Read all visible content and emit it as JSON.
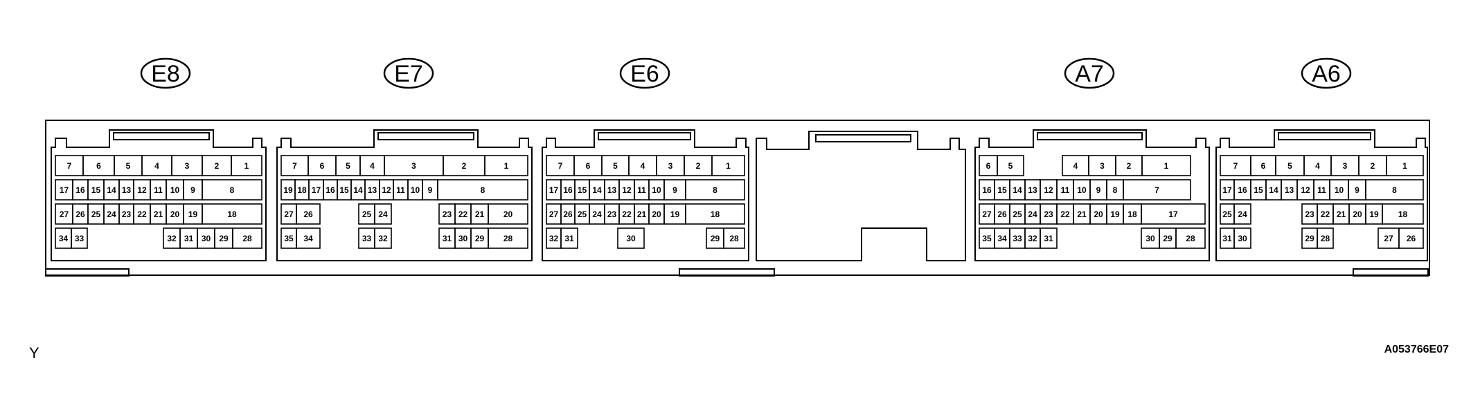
{
  "diagram": {
    "corner_label": "Y",
    "figure_code": "A053766E07",
    "connectors": [
      {
        "label": "E8",
        "rows": [
          [
            "7",
            "6",
            "5",
            "4",
            "3",
            "2",
            "1"
          ],
          [
            "17",
            "16",
            "15",
            "14",
            "13",
            "12",
            "11",
            "10",
            "9",
            "8"
          ],
          [
            "27",
            "26",
            "25",
            "24",
            "23",
            "22",
            "21",
            "20",
            "19",
            "18"
          ],
          [
            "34",
            "33",
            "32",
            "31",
            "30",
            "29",
            "28"
          ]
        ]
      },
      {
        "label": "E7",
        "rows": [
          [
            "7",
            "6",
            "5",
            "4",
            "3",
            "2",
            "1"
          ],
          [
            "19",
            "18",
            "17",
            "16",
            "15",
            "14",
            "13",
            "12",
            "11",
            "10",
            "9",
            "8"
          ],
          [
            "27",
            "26",
            "25",
            "24",
            "23",
            "22",
            "21",
            "20"
          ],
          [
            "35",
            "34",
            "33",
            "32",
            "31",
            "30",
            "29",
            "28"
          ]
        ]
      },
      {
        "label": "E6",
        "rows": [
          [
            "7",
            "6",
            "5",
            "4",
            "3",
            "2",
            "1"
          ],
          [
            "17",
            "16",
            "15",
            "14",
            "13",
            "12",
            "11",
            "10",
            "9",
            "8"
          ],
          [
            "27",
            "26",
            "25",
            "24",
            "23",
            "22",
            "21",
            "20",
            "19",
            "18"
          ],
          [
            "32",
            "31",
            "30",
            "29",
            "28"
          ]
        ]
      },
      {
        "label": "A7",
        "rows": [
          [
            "6",
            "5",
            "4",
            "3",
            "2",
            "1"
          ],
          [
            "16",
            "15",
            "14",
            "13",
            "12",
            "11",
            "10",
            "9",
            "8",
            "7"
          ],
          [
            "27",
            "26",
            "25",
            "24",
            "23",
            "22",
            "21",
            "20",
            "19",
            "18",
            "17"
          ],
          [
            "35",
            "34",
            "33",
            "32",
            "31",
            "30",
            "29",
            "28"
          ]
        ]
      },
      {
        "label": "A6",
        "rows": [
          [
            "7",
            "6",
            "5",
            "4",
            "3",
            "2",
            "1"
          ],
          [
            "17",
            "16",
            "15",
            "14",
            "13",
            "12",
            "11",
            "10",
            "9",
            "8"
          ],
          [
            "25",
            "24",
            "23",
            "22",
            "21",
            "20",
            "19",
            "18"
          ],
          [
            "31",
            "30",
            "29",
            "28",
            "27",
            "26"
          ]
        ]
      }
    ]
  }
}
